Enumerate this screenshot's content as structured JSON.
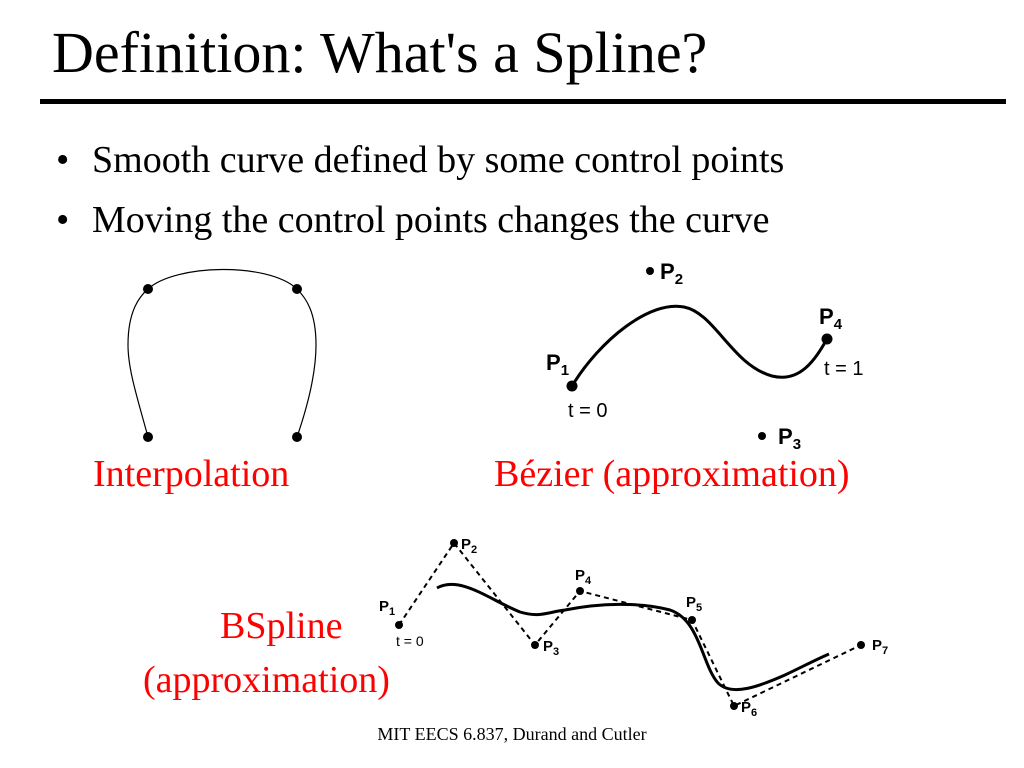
{
  "slide": {
    "title": "Definition:  What's a Spline?",
    "bullets": [
      "Smooth curve defined by some control points",
      "Moving the control points changes the curve"
    ],
    "captions": {
      "interpolation": "Interpolation",
      "bezier": "Bézier (approximation)",
      "bspline_line1": "BSpline",
      "bspline_line2": "(approximation)"
    },
    "footer": "MIT EECS 6.837, Durand and Cutler",
    "caption_color": "#ff0000"
  },
  "bezier": {
    "p1": "P",
    "p1_sub": "1",
    "p2": "P",
    "p2_sub": "2",
    "p3": "P",
    "p3_sub": "3",
    "p4": "P",
    "p4_sub": "4",
    "t0": "t = 0",
    "t1": "t = 1"
  },
  "bspline": {
    "p1": "P",
    "p1_sub": "1",
    "p2": "P",
    "p2_sub": "2",
    "p3": "P",
    "p3_sub": "3",
    "p4": "P",
    "p4_sub": "4",
    "p5": "P",
    "p5_sub": "5",
    "p6": "P",
    "p6_sub": "6",
    "p7": "P",
    "p7_sub": "7",
    "t0": "t = 0"
  }
}
